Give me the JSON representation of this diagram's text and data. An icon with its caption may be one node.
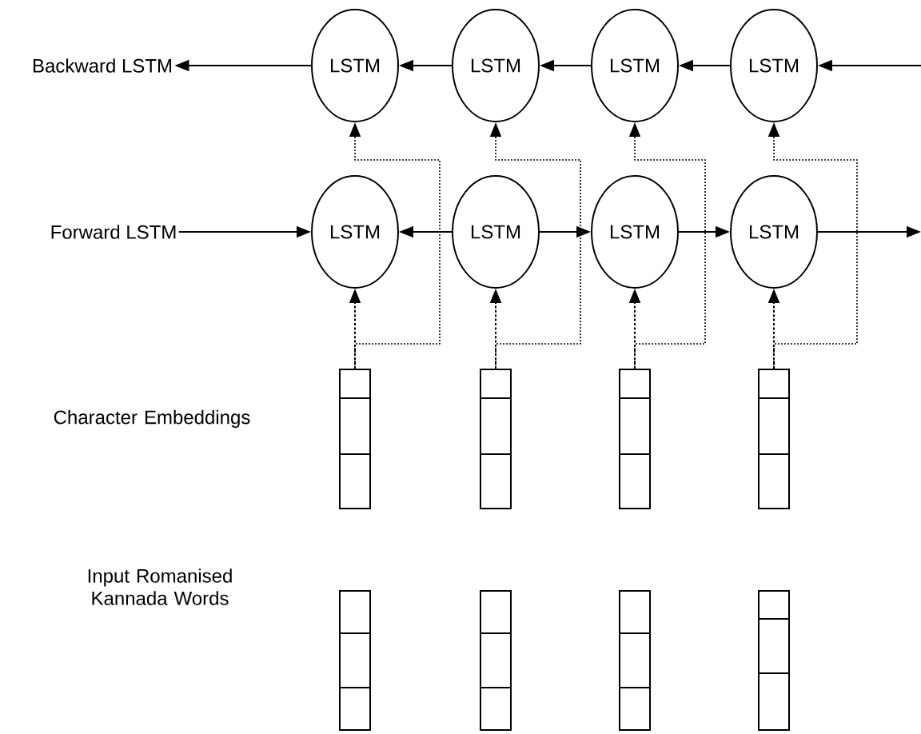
{
  "diagram": {
    "nodes": [
      {
        "text": [
          "Backward LSTM"
        ]
      },
      {
        "text": [
          "LSTM"
        ]
      },
      {
        "text": [
          "LSTM"
        ]
      },
      {
        "text": [
          "LSTM"
        ]
      },
      {
        "text": [
          "LSTM"
        ]
      },
      {
        "text": [
          "Forward LSTM"
        ]
      },
      {
        "text": [
          "LSTM"
        ]
      },
      {
        "text": [
          "LSTM"
        ]
      },
      {
        "text": [
          "LSTM"
        ]
      },
      {
        "text": [
          "LSTM"
        ]
      },
      {
        "text": [],
        "shape": "bar"
      },
      {
        "text": [],
        "shape": "bar"
      },
      {
        "text": [],
        "shape": "bar"
      },
      {
        "text": [],
        "shape": "bar"
      },
      {
        "text": [],
        "shape": "bar"
      },
      {
        "text": [],
        "shape": "bar"
      },
      {
        "text": [],
        "shape": "bar"
      },
      {
        "text": [],
        "shape": "bar"
      }
    ],
    "edges": [
      {
        "from": null,
        "to": 4,
        "arrow": "to"
      },
      {
        "from": 4,
        "to": 3,
        "arrow": "to"
      },
      {
        "from": 3,
        "to": 2,
        "arrow": "to"
      },
      {
        "from": 2,
        "to": 1,
        "arrow": "to"
      },
      {
        "from": 1,
        "to": 0,
        "arrow": "to"
      },
      {
        "from": 5,
        "to": 6,
        "arrow": "to"
      },
      {
        "from": 7,
        "to": 6,
        "arrow": "to"
      },
      {
        "from": 7,
        "to": 8,
        "arrow": "to"
      },
      {
        "from": 8,
        "to": 9,
        "arrow": "to"
      },
      {
        "from": 9,
        "to": null,
        "arrow": "to"
      },
      {
        "from": 10,
        "to": 6,
        "arrow": "to",
        "style": "dashed"
      },
      {
        "from": 11,
        "to": 7,
        "arrow": "to",
        "style": "dashed"
      },
      {
        "from": 12,
        "to": 8,
        "arrow": "to",
        "style": "dashed"
      },
      {
        "from": 13,
        "to": 9,
        "arrow": "to",
        "style": "dashed"
      },
      {
        "from": 10,
        "to": 1,
        "arrow": "to",
        "style": "dashed"
      },
      {
        "from": 11,
        "to": 2,
        "arrow": "to",
        "style": "dashed"
      },
      {
        "from": 12,
        "to": 3,
        "arrow": "to",
        "style": "dashed"
      },
      {
        "from": 13,
        "to": 4,
        "arrow": "to",
        "style": "dashed"
      }
    ],
    "labels": [
      "Character Embeddings",
      "Input Romanised Kannada Words"
    ]
  }
}
